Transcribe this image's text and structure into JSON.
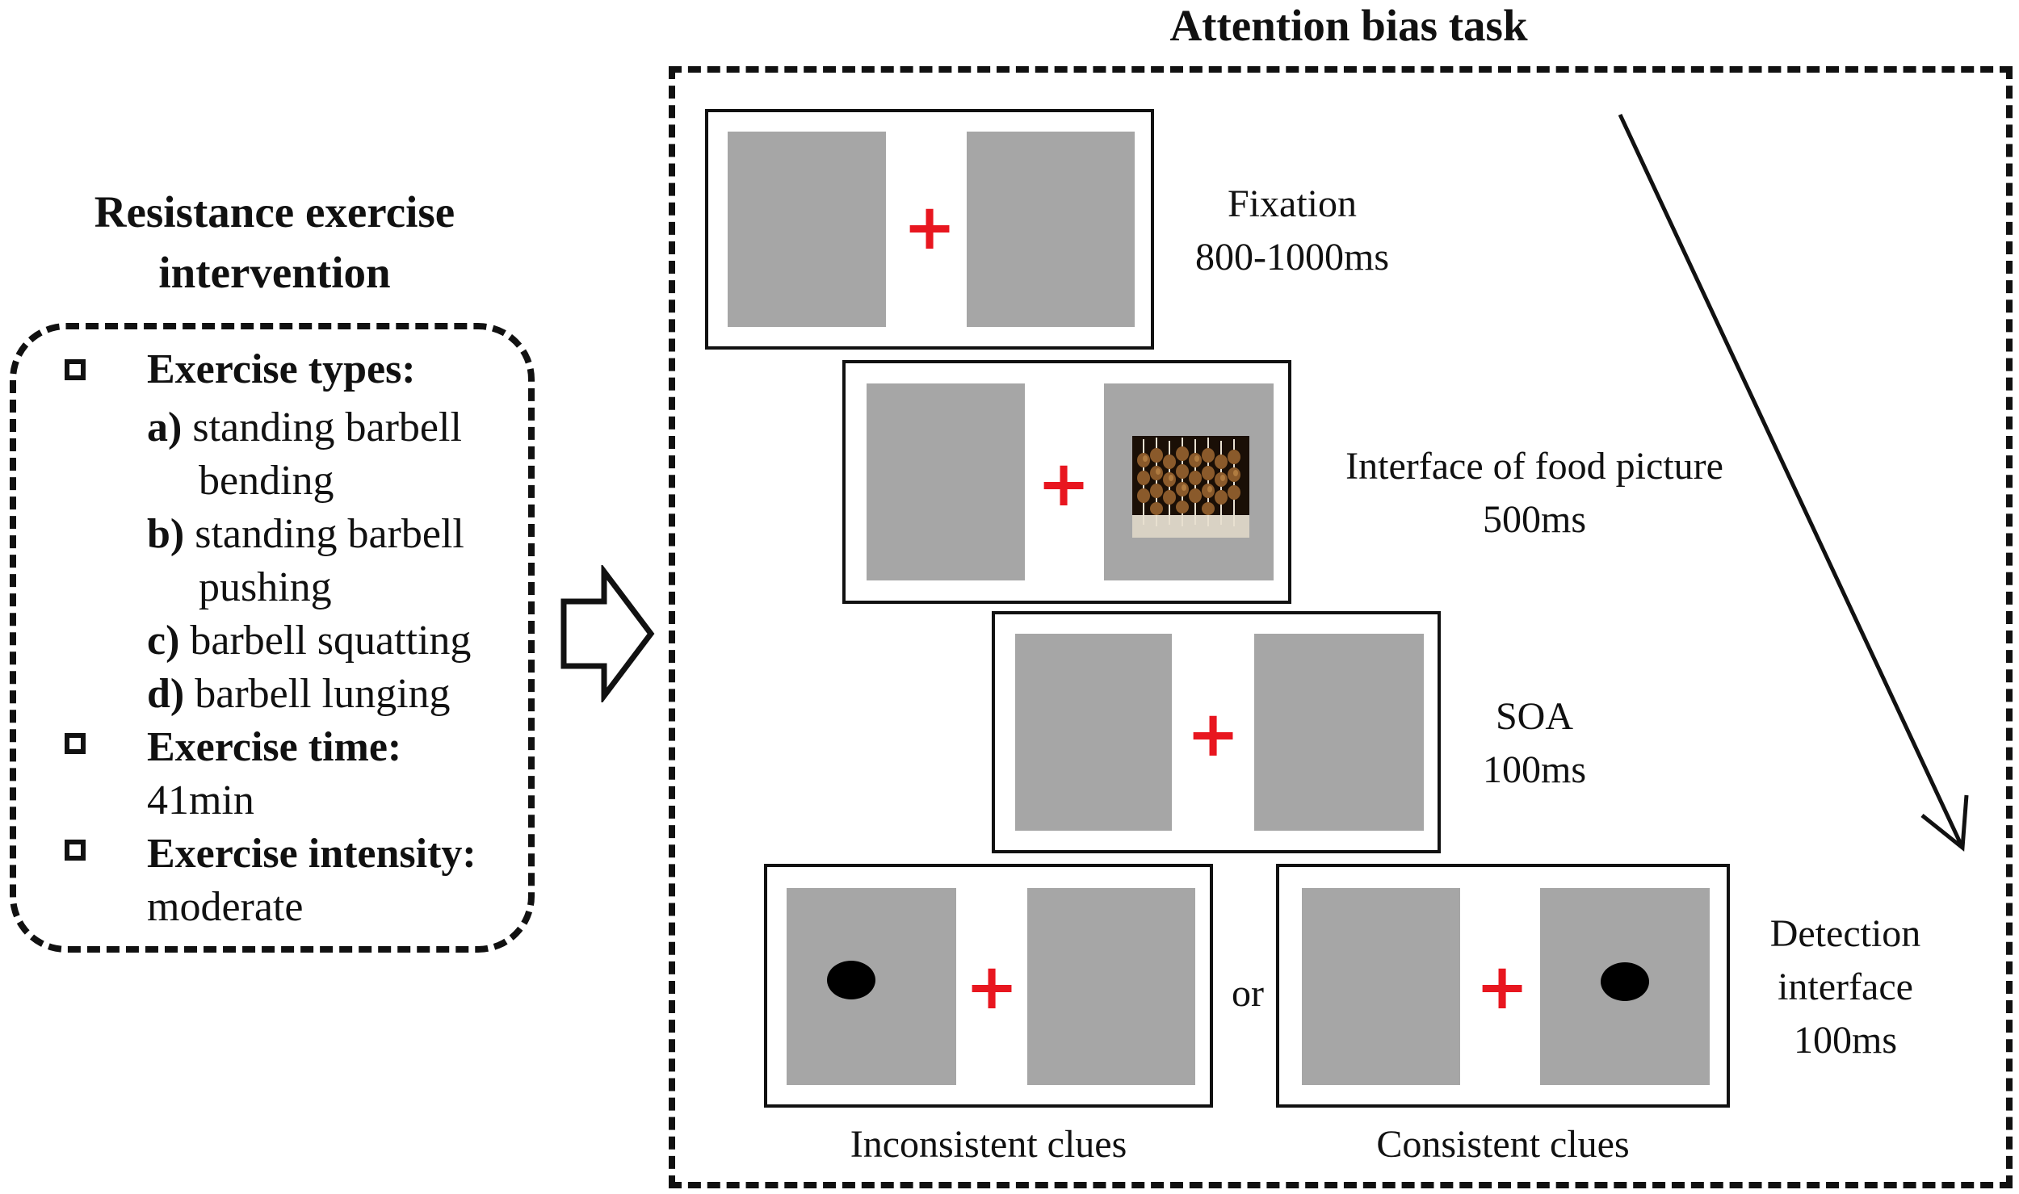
{
  "left_panel": {
    "title_line1": "Resistance exercise",
    "title_line2": "intervention",
    "types_label": "Exercise types:",
    "items": [
      {
        "letter": "a)",
        "text": "standing barbell",
        "cont": "bending"
      },
      {
        "letter": "b)",
        "text": "standing barbell",
        "cont": "pushing"
      },
      {
        "letter": "c)",
        "text": "barbell squatting"
      },
      {
        "letter": "d)",
        "text": "barbell lunging"
      }
    ],
    "time_label": "Exercise time:",
    "time_value": "41min",
    "intensity_label": "Exercise intensity:",
    "intensity_value": "moderate"
  },
  "right_panel": {
    "title": "Attention bias task",
    "steps": [
      {
        "name": "Fixation",
        "duration": "800-1000ms"
      },
      {
        "name": "Interface of food picture",
        "duration": "500ms"
      },
      {
        "name": "SOA",
        "duration": "100ms"
      },
      {
        "name_line1": "Detection",
        "name_line2": "interface",
        "duration": "100ms"
      }
    ],
    "or_label": "or",
    "inconsistent_label": "Inconsistent clues",
    "consistent_label": "Consistent clues"
  },
  "colors": {
    "cross": "#e8161f",
    "panel_gray": "#a6a6a6",
    "line": "#111111"
  },
  "icons": {
    "fixation": "plus-cross-icon",
    "probe": "black-dot-icon",
    "flow": "hollow-right-arrow-icon"
  }
}
